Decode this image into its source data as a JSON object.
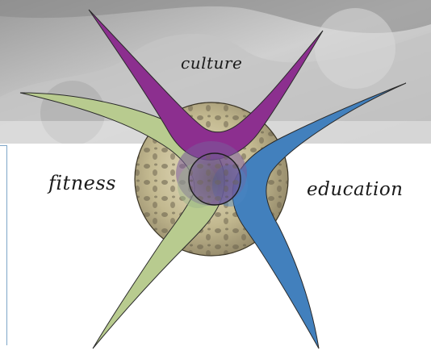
{
  "labels": {
    "top": "culture",
    "left": "fitness",
    "right": "education"
  },
  "colors": {
    "culture": "#8b2e8c",
    "fitness": "#b5c98e",
    "education": "#3f7fb8",
    "bone": "#b8ae8c",
    "photo_gray": "#b8b8b8"
  }
}
